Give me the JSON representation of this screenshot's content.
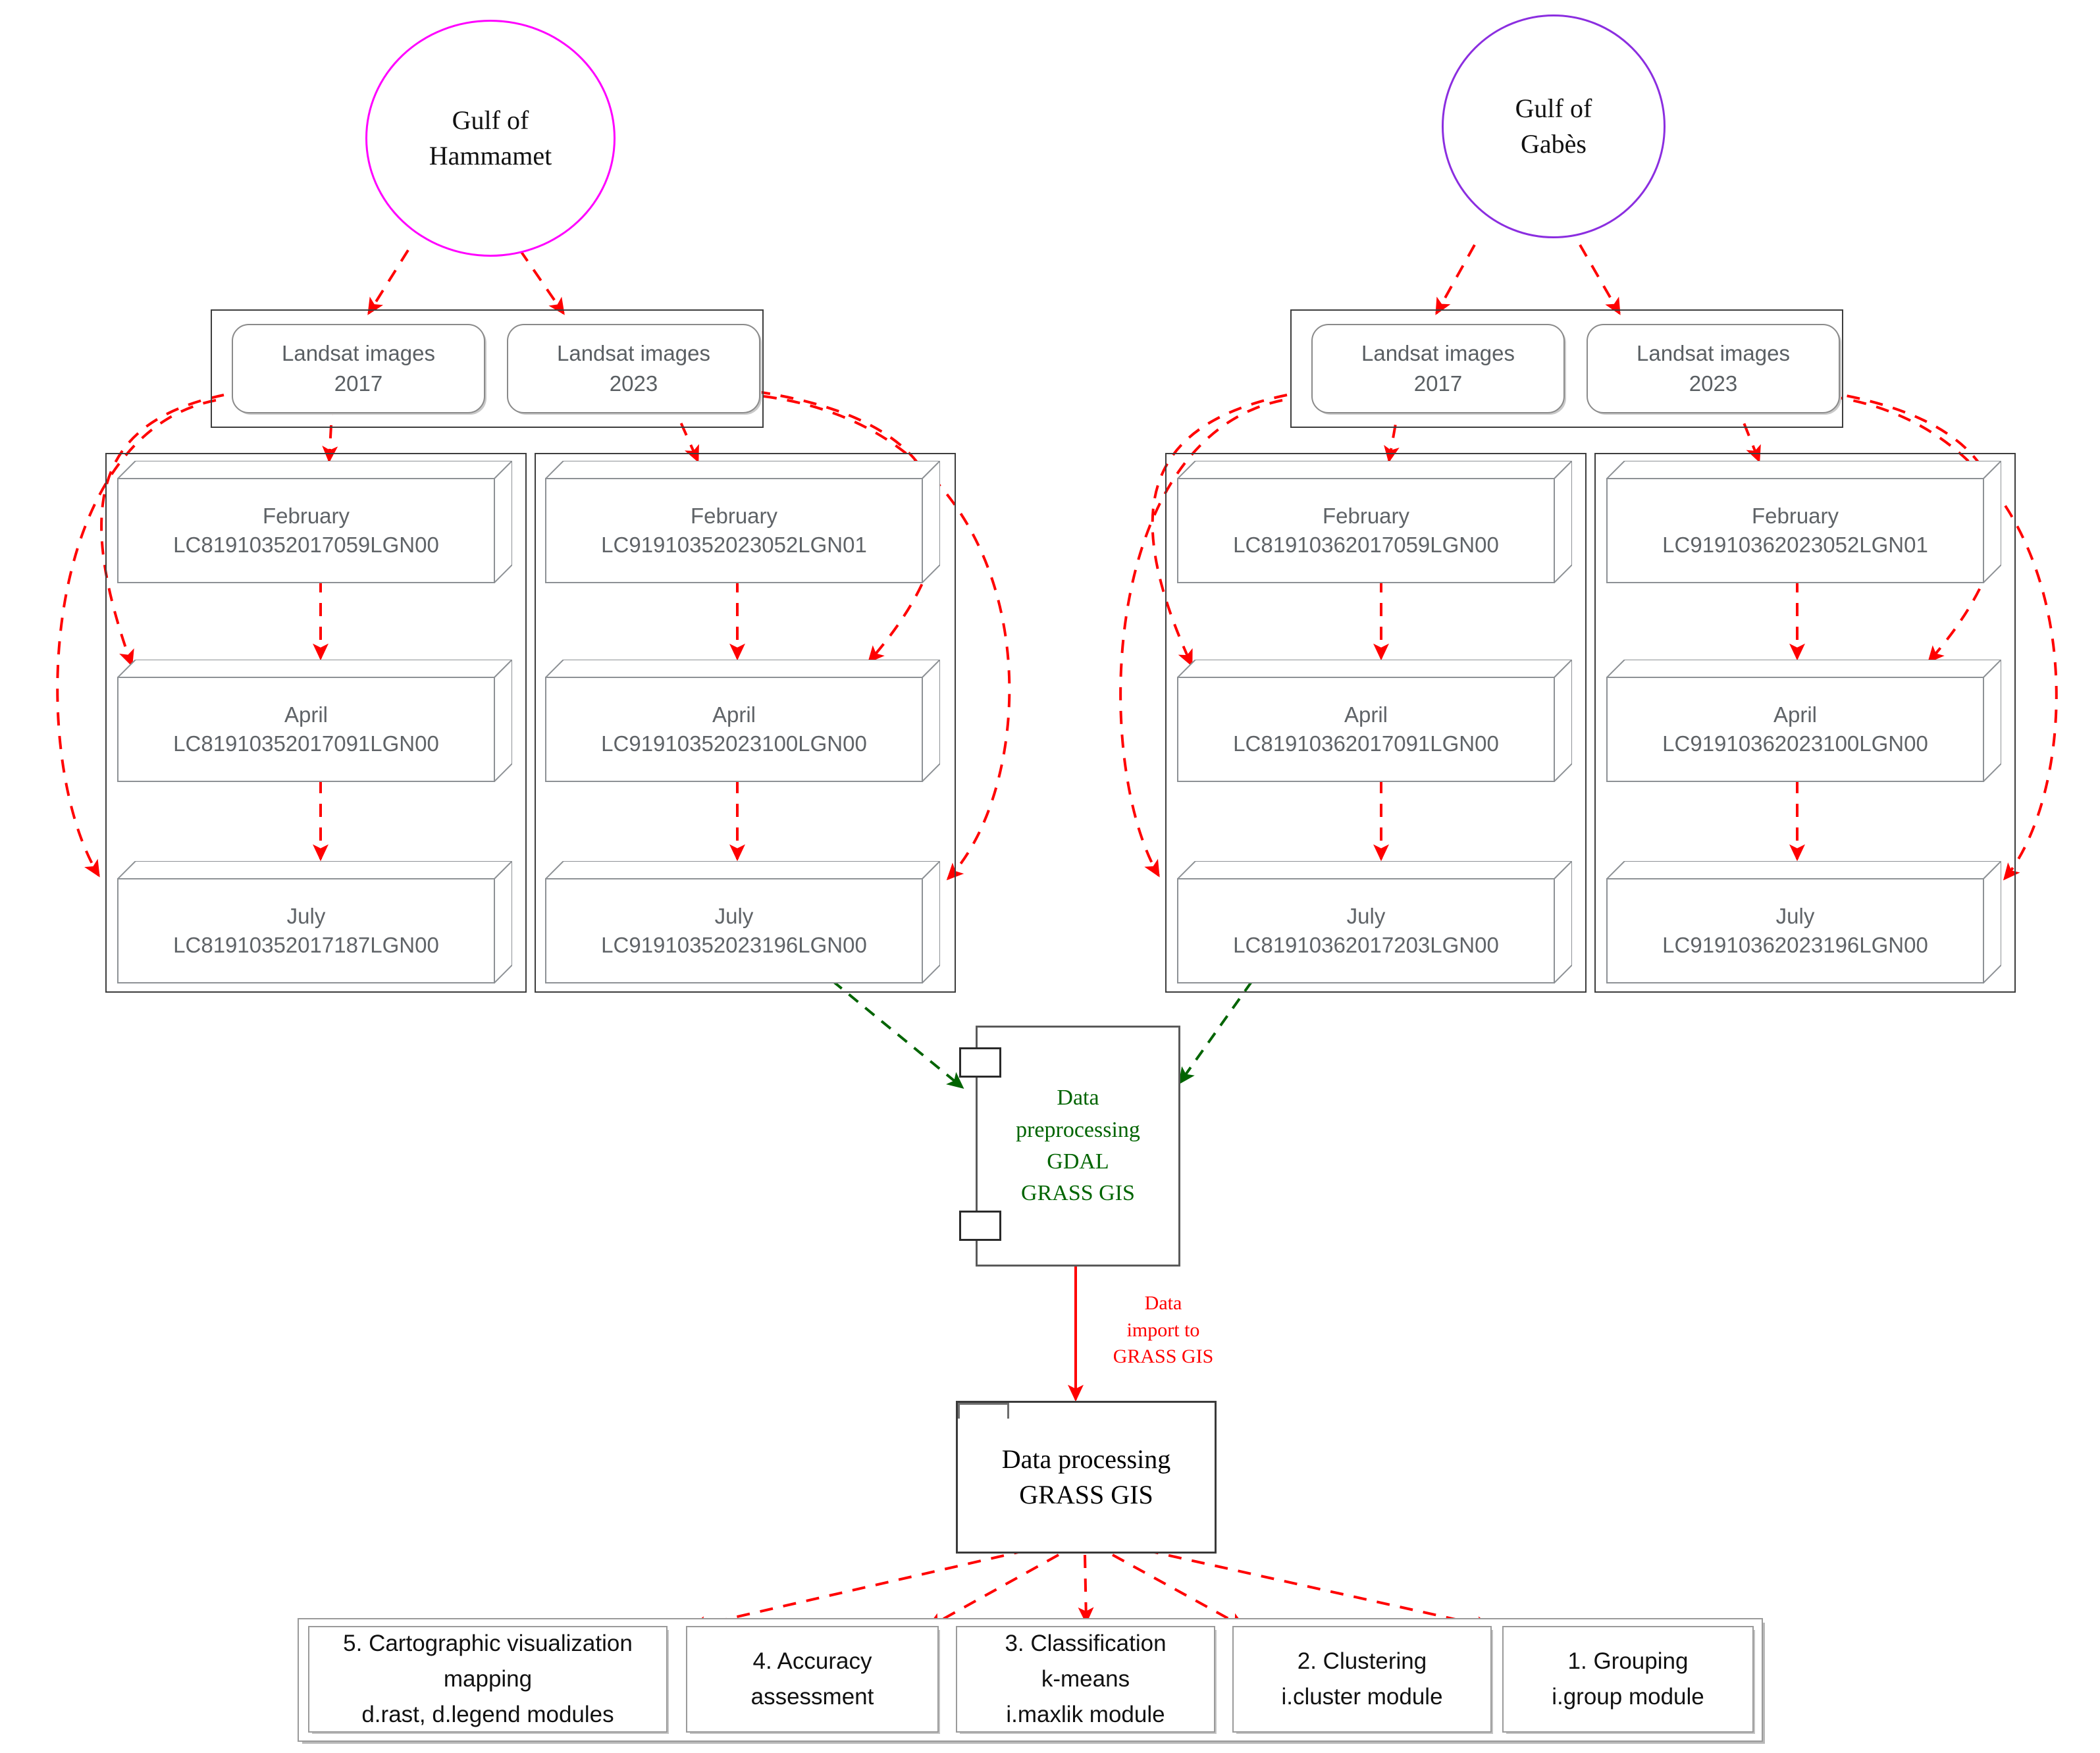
{
  "diagram": {
    "title": "Landsat image processing workflow — Gulf of Hammamet and Gulf of Gabes",
    "colors": {
      "hammamet_ellipse": "#ff00ff",
      "gabes_ellipse": "#8b2ee0",
      "red_edge": "#ff0000",
      "green_edge": "#006400",
      "node_text": "#5f6367",
      "frame": "#3d3d3d"
    }
  },
  "regions": [
    {
      "id": "hammamet",
      "name_line1": "Gulf of",
      "name_line2": "Hammamet",
      "groups": [
        {
          "year_label_line1": "Landsat images",
          "year_label_line2": "2017",
          "scenes": [
            {
              "month": "February",
              "scene_id": "LC81910352017059LGN00"
            },
            {
              "month": "April",
              "scene_id": "LC81910352017091LGN00"
            },
            {
              "month": "July",
              "scene_id": "LC81910352017187LGN00"
            }
          ]
        },
        {
          "year_label_line1": "Landsat images",
          "year_label_line2": "2023",
          "scenes": [
            {
              "month": "February",
              "scene_id": "LC91910352023052LGN01"
            },
            {
              "month": "April",
              "scene_id": "LC91910352023100LGN00"
            },
            {
              "month": "July",
              "scene_id": "LC91910352023196LGN00"
            }
          ]
        }
      ]
    },
    {
      "id": "gabes",
      "name_line1": "Gulf of",
      "name_line2": "Gabès",
      "groups": [
        {
          "year_label_line1": "Landsat images",
          "year_label_line2": "2017",
          "scenes": [
            {
              "month": "February",
              "scene_id": "LC81910362017059LGN00"
            },
            {
              "month": "April",
              "scene_id": "LC81910362017091LGN00"
            },
            {
              "month": "July",
              "scene_id": "LC81910362017203LGN00"
            }
          ]
        },
        {
          "year_label_line1": "Landsat images",
          "year_label_line2": "2023",
          "scenes": [
            {
              "month": "February",
              "scene_id": "LC91910362023052LGN01"
            },
            {
              "month": "April",
              "scene_id": "LC91910362023100LGN00"
            },
            {
              "month": "July",
              "scene_id": "LC91910362023196LGN00"
            }
          ]
        }
      ]
    }
  ],
  "preprocessing": {
    "line1": "Data",
    "line2": "preprocessing",
    "line3": "GDAL",
    "line4": "GRASS GIS"
  },
  "import_edge_label": {
    "line1": "Data",
    "line2": "import to",
    "line3": "GRASS GIS"
  },
  "processing": {
    "line1": "Data processing",
    "line2": "GRASS GIS"
  },
  "steps": [
    {
      "line1": "5. Cartographic visualization",
      "line2": "mapping",
      "line3": "d.rast, d.legend modules"
    },
    {
      "line1": "4. Accuracy",
      "line2": "assessment",
      "line3": ""
    },
    {
      "line1": "3. Classification",
      "line2": "k-means",
      "line3": "i.maxlik module"
    },
    {
      "line1": "2. Clustering",
      "line2": "i.cluster module",
      "line3": ""
    },
    {
      "line1": "1. Grouping",
      "line2": "i.group module",
      "line3": ""
    }
  ]
}
